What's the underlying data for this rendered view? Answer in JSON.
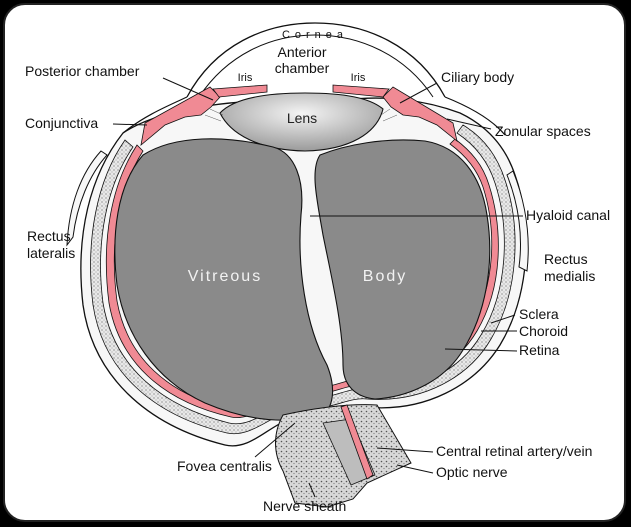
{
  "diagram": {
    "labels": {
      "cornea": "Cornea",
      "anterior_chamber_1": "Anterior",
      "anterior_chamber_2": "chamber",
      "iris_left": "Iris",
      "iris_right": "Iris",
      "lens": "Lens",
      "posterior_chamber": "Posterior chamber",
      "ciliary_body": "Ciliary body",
      "conjunctiva": "Conjunctiva",
      "zonular_spaces": "Zonular spaces",
      "hyaloid_canal": "Hyaloid canal",
      "rectus_lateralis_1": "Rectus",
      "rectus_lateralis_2": "lateralis",
      "rectus_medialis_1": "Rectus",
      "rectus_medialis_2": "medialis",
      "vitreous": "Vitreous",
      "body": "Body",
      "sclera": "Sclera",
      "choroid": "Choroid",
      "retina": "Retina",
      "central_retinal_artery": "Central retinal artery/vein",
      "optic_nerve": "Optic nerve",
      "fovea_centralis": "Fovea centralis",
      "nerve_sheath": "Nerve sheath"
    },
    "colors": {
      "vitreous_fill": "#8a8a8a",
      "choroid_pink": "#f08a94",
      "lens_fill": "#cfcfcf",
      "outline": "#111111"
    }
  }
}
